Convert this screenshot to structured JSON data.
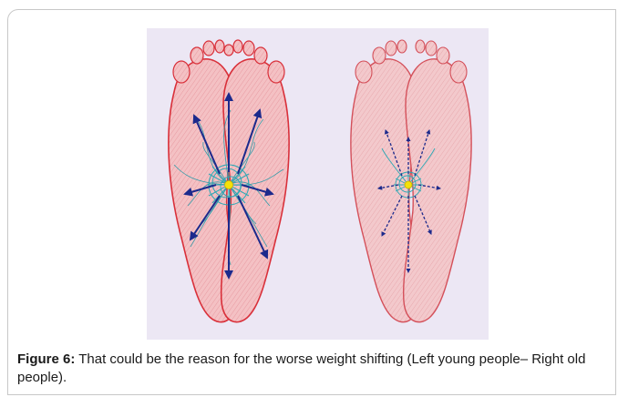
{
  "figure": {
    "caption_label": "Figure 6:",
    "caption_text": "That could be the reason for the worse weight shifting (Left young people– Right old people).",
    "image_description": "Two pairs of foot soles; left pair shows large blue nerve cluster with long arrows, right pair shows smaller cluster with short dashed arrows"
  },
  "colors": {
    "foot_fill": "#f2b4b8",
    "foot_outline": "#d9303a",
    "nerve_cluster": "#1f9aa8",
    "arrow": "#1c2a8c",
    "center_dot": "#f4e10a",
    "background_tint": "#ece7f4"
  }
}
